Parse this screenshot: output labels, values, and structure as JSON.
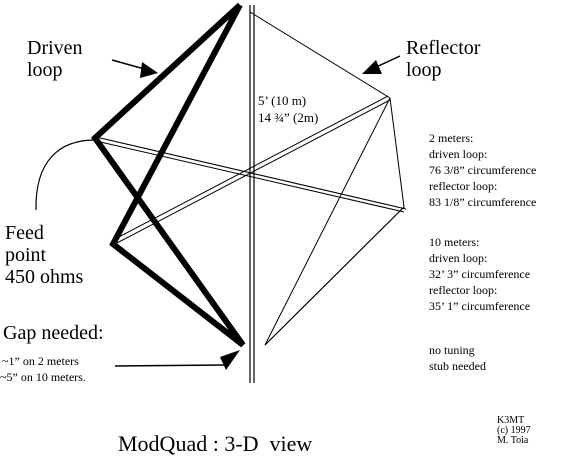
{
  "labels": {
    "driven_loop": [
      "Driven",
      "loop"
    ],
    "reflector_loop": [
      "Reflector",
      "loop"
    ],
    "boom_length": [
      "5’ (10 m)",
      "14 ¾” (2m)"
    ],
    "feed_point": [
      "Feed",
      "point",
      "450 ohms"
    ],
    "gap_title": "Gap needed:",
    "gap_details": [
      "~1” on 2 meters",
      "~5” on 10 meters."
    ],
    "band_2m": [
      "2 meters:",
      "driven loop:",
      "76 3/8” circumference",
      "reflector loop:",
      "83 1/8” circumference"
    ],
    "band_10m": [
      "10 meters:",
      "driven loop:",
      "32’ 3” circumference",
      "reflector loop:",
      "35’ 1” circumference"
    ],
    "tuning_note": [
      "no tuning",
      "stub needed"
    ],
    "credit": [
      "K3MT",
      "(c) 1997",
      "M. Toia"
    ],
    "caption": "ModQuad : 3-D  view"
  }
}
